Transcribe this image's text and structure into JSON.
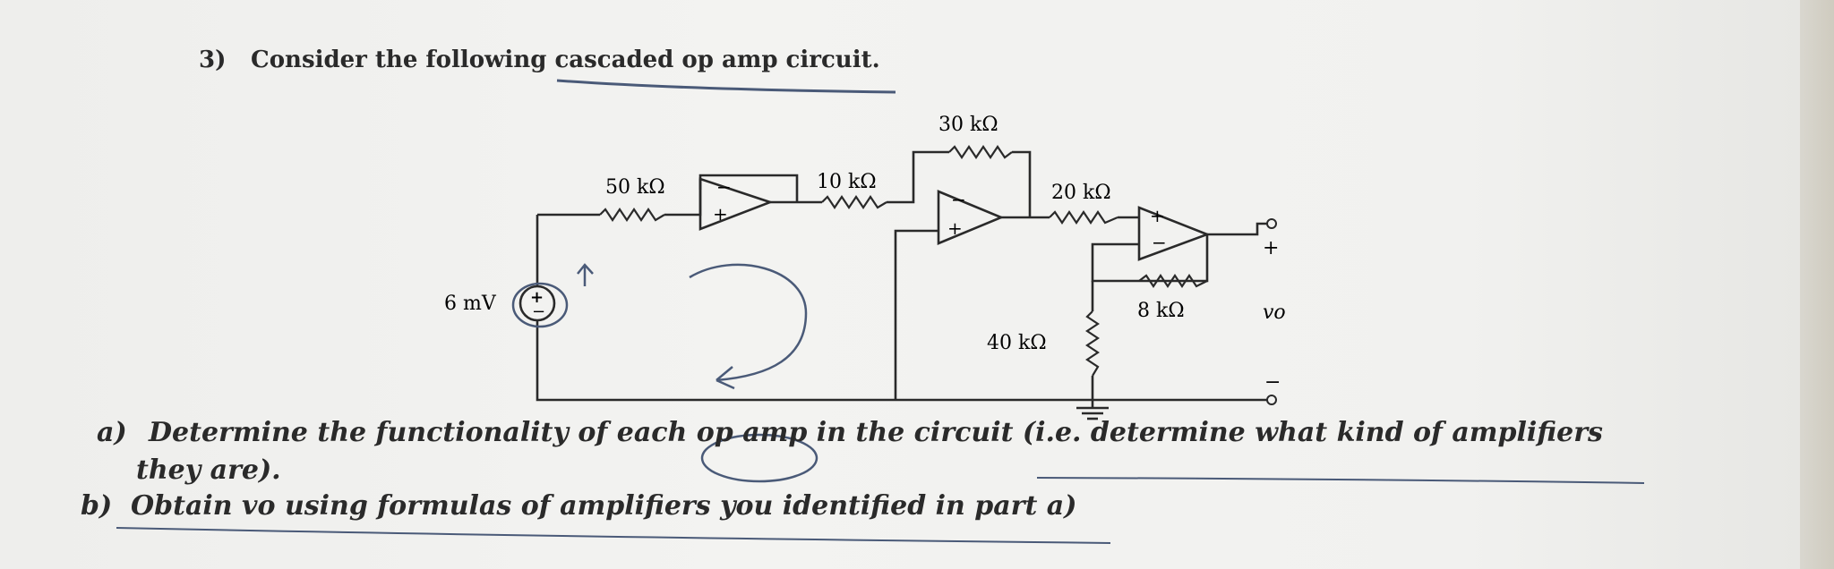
{
  "question": {
    "number": "3)",
    "text": "Consider the following cascaded op amp circuit."
  },
  "circuit": {
    "source": {
      "label": "6 mV",
      "plus": "+",
      "minus": "−"
    },
    "resistors": {
      "r1": "50 kΩ",
      "r2": "10 kΩ",
      "r3": "30 kΩ",
      "r4": "20 kΩ",
      "r5": "40 kΩ",
      "r6": "8 kΩ"
    },
    "opamp_signs": {
      "minus": "−",
      "plus": "+"
    },
    "output": {
      "label": "vo",
      "plus": "+",
      "minus": "−"
    }
  },
  "parts": {
    "a_label": "a)",
    "a_text": "Determine the functionality of each op amp in the circuit (i.e. determine what kind of amplifiers",
    "a_cont": "they are).",
    "b_label": "b)",
    "b_text": "Obtain vo using formulas of amplifiers you identified in part a)"
  },
  "colors": {
    "ink": "#2a2a2a",
    "pen": "#4a5a78",
    "paper": "#f1f1ef"
  }
}
